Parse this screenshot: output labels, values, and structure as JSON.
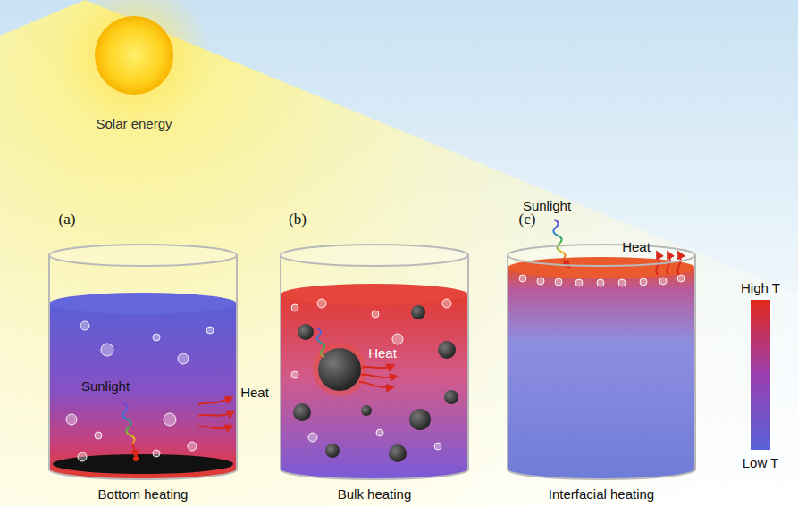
{
  "diagram": {
    "labels": [
      "Solar energy",
      "(a)",
      "(b)",
      "(c)",
      "Sunlight",
      "Heat",
      "High T",
      "Sunlight",
      "Heat",
      "Heat",
      "Low T",
      "Bottom heating",
      "Bulk heating",
      "Interfacial heating"
    ]
  }
}
